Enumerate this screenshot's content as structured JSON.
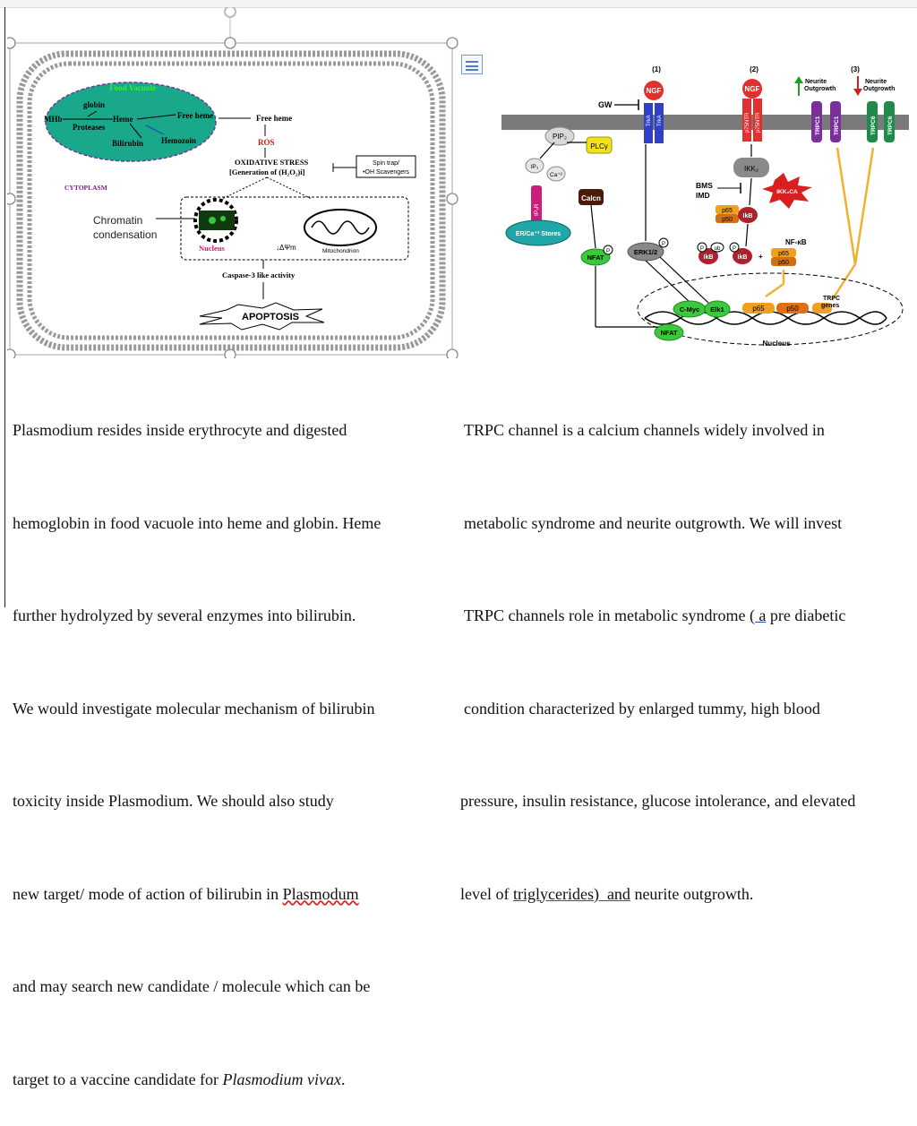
{
  "left_figure": {
    "food_vacuole": "Food Vacuole",
    "mhb": "MHb",
    "globin": "globin",
    "proteases": "Proteases",
    "heme": "Heme",
    "free_heme_1": "Free heme",
    "free_heme_2": "Free heme",
    "bilirubin": "Bilirubin",
    "hemozoin": "Hemozoin",
    "ros": "ROS",
    "oxidative_stress": "OXIDATIVE STRESS",
    "generation": "[Generation of (H₂O₂)i]",
    "spin_trap_1": "Spin trap/",
    "spin_trap_2": "•OH Scavengers",
    "cytoplasm": "CYTOPLASM",
    "chromatin_1": "Chromatin",
    "chromatin_2": "condensation",
    "nucleus": "Nucleus",
    "psi": "↓ΔΨm",
    "mitochondrion": "Mitochondrion",
    "caspase": "Caspase-3 like activity",
    "apoptosis": "APOPTOSIS"
  },
  "right_figure": {
    "label_1": "(1)",
    "label_2": "(2)",
    "label_3": "(3)",
    "ngf": "NGF",
    "gw": "GW",
    "trka": "TrkA",
    "p75ntr": "p75NTR",
    "neurite_outgrowth": "Neurite",
    "outgrowth": "Outgrowth",
    "trpc1": "TRPC1",
    "trpc6": "TRPC6",
    "pip2": "PIP₂",
    "plcg": "PLCγ",
    "ip3": "IP₃",
    "ca2": "Ca⁺²",
    "ip3r": "IP₃R",
    "calcn": "Calcn",
    "er_stores": "ER/Ca⁺² Stores",
    "nfat": "NFAT",
    "p": "P",
    "ub": "ub",
    "erk": "ERK1/2",
    "ikk2": "IKK₂",
    "bms": "BMS",
    "imd": "IMD",
    "ikk2ca": "IKK₂CA",
    "p65": "p65",
    "p50": "p50",
    "ikb": "IkB",
    "nfkb": "NF-κB",
    "cmyc": "C-Myc",
    "elk1": "Elk1",
    "trpc_genes_1": "TRPC",
    "trpc_genes_2": "genes",
    "nucleus": "Nucleus"
  },
  "left_text": {
    "l1": "Plasmodium resides inside erythrocyte and digested",
    "l2": "hemoglobin in food vacuole into heme and globin. Heme",
    "l3": "further hydrolyzed by several enzymes into bilirubin.",
    "l4": "We would investigate molecular mechanism of bilirubin",
    "l5": "toxicity inside Plasmodium. We should also study",
    "l6a": "new target/ mode of action of bilirubin in ",
    "l6b": "Plasmodum",
    "l7": "and may search new candidate / molecule which can be",
    "l8a": "target to a vaccine candidate for ",
    "l8b": "Plasmodium vivax",
    "l8c": "."
  },
  "right_text": {
    "l1": "TRPC channel is a calcium channels widely involved in",
    "l2": "metabolic syndrome and neurite outgrowth. We will invest",
    "l3a": "TRPC channels role in metabolic syndrome ",
    "l3b": "( a",
    "l3c": " pre diabetic",
    "l4": "condition characterized by enlarged tummy, high blood",
    "l5": "pressure, insulin resistance, glucose intolerance, and elevated",
    "l6a": "level of ",
    "l6b": "triglycerides)  and",
    "l6c": " neurite outgrowth."
  },
  "colors": {
    "vacuole": "#1aa88a",
    "trka": "#2f3fc8",
    "ngf": "#e03030",
    "pip": "#d8d8d8",
    "plc": "#f2e21a",
    "nfat": "#3cc83c",
    "ikb": "#b0202a",
    "p65": "#f0a020",
    "membrane": "#7a7a7a"
  }
}
